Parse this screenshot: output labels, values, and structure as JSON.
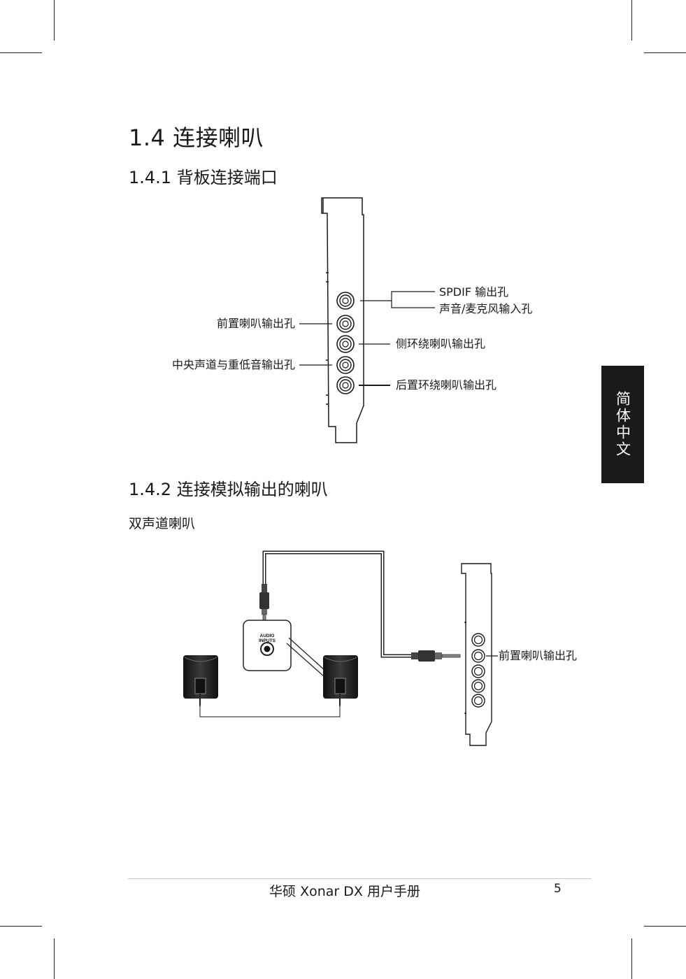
{
  "section": {
    "heading": "1.4 连接喇叭",
    "sub1": "1.4.1 背板连接端口",
    "sub2": "1.4.2 连接模拟输出的喇叭",
    "sub2_caption": "双声道喇叭"
  },
  "diagram1": {
    "labels": {
      "spdif": "SPDIF 输出孔",
      "mic": "声音/麦克风输入孔",
      "front": "前置喇叭输出孔",
      "side": "侧环绕喇叭输出孔",
      "center": "中央声道与重低音输出孔",
      "rear": "后置环绕喇叭输出孔"
    }
  },
  "diagram2": {
    "audio_inputs": [
      "AUDIO",
      "INPUTS"
    ],
    "front_label": "前置喇叭输出孔"
  },
  "side_tab": {
    "label": "简体中文"
  },
  "footer": {
    "title": "华硕 Xonar DX 用户手册",
    "page": "5"
  }
}
